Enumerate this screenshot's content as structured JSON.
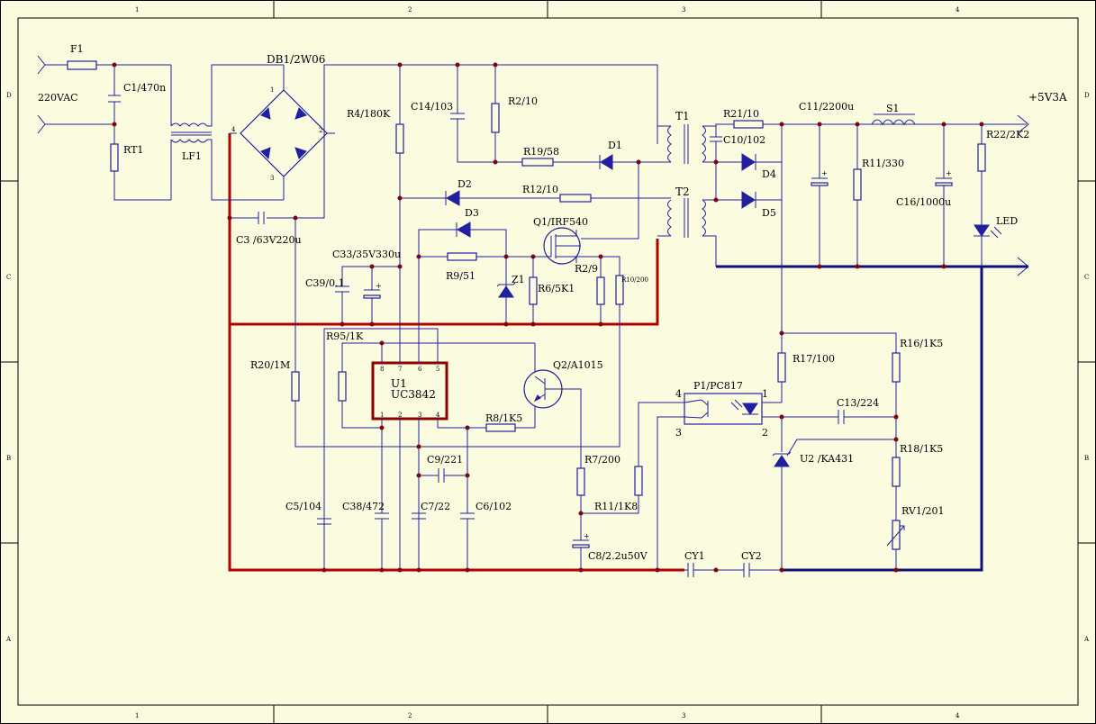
{
  "border": {
    "top_numbers": [
      "1",
      "2",
      "3",
      "4"
    ],
    "bottom_numbers": [
      "1",
      "2",
      "3",
      "4"
    ],
    "side_letters": [
      "D",
      "C",
      "B",
      "A"
    ]
  },
  "input": {
    "label": "220VAC"
  },
  "output": {
    "label": "+5V3A"
  },
  "chip": {
    "ref": "U1",
    "part": "UC3842",
    "pins": [
      "8",
      "7",
      "6",
      "5",
      "1",
      "2",
      "3",
      "4"
    ]
  },
  "opto": {
    "pins": [
      "4",
      "1",
      "3",
      "2"
    ]
  },
  "bridge": {
    "pins": [
      "1",
      "2",
      "3",
      "4"
    ]
  },
  "labels": {
    "F1": "F1",
    "C1": "C1/470n",
    "RT1": "RT1",
    "LF1": "LF1",
    "DB1": "DB1/2W06",
    "R4": "R4/180K",
    "C14": "C14/103",
    "R2": "R2/10",
    "R19": "R19/58",
    "D1": "D1",
    "T1": "T1",
    "R21": "R21/10",
    "C10": "C10/102",
    "C11": "C11/2200u",
    "S1": "S1",
    "R22": "R22/2K2",
    "D4": "D4",
    "R11a": "R11/330",
    "D2": "D2",
    "R12": "R12/10",
    "T2": "T2",
    "D5": "D5",
    "C16": "C16/1000u",
    "LED": "LED",
    "D3": "D3",
    "Q1": "Q1/IRF540",
    "C3": "C3 /63V220u",
    "C33": "C33/35V330u",
    "R9": "R9/51",
    "Z1": "Z1",
    "R6": "R6/5K1",
    "R2b": "R2/9",
    "R10": "R10/200",
    "C39": "C39/0.1",
    "R95": "R95/1K",
    "R20": "R20/1M",
    "Q2": "Q2/A1015",
    "R8": "R8/1K5",
    "R17": "R17/100",
    "R16": "R16/1K5",
    "P1": "P1/PC817",
    "C13": "C13/224",
    "U2": "U2 /KA431",
    "R18": "R18/1K5",
    "C9": "C9/221",
    "R7": "R7/200",
    "C5": "C5/104",
    "C38": "C38/472",
    "C7": "C7/22",
    "C6": "C6/102",
    "R11b": "R11/1K8",
    "RV1": "RV1/201",
    "C8": "C8/2.2u50V",
    "CY1": "CY1",
    "CY2": "CY2"
  }
}
